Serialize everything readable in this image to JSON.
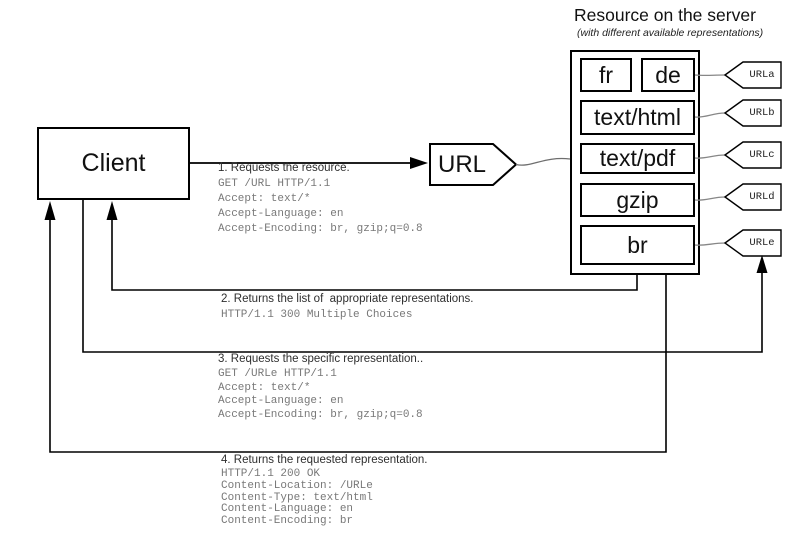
{
  "header": {
    "title": "Resource on the server",
    "subtitle": "(with different available representations)"
  },
  "client": {
    "label": "Client"
  },
  "url_node": {
    "label": "URL"
  },
  "server": {
    "representations": [
      {
        "label": "fr"
      },
      {
        "label": "de"
      },
      {
        "label": "text/html"
      },
      {
        "label": "text/pdf"
      },
      {
        "label": "gzip"
      },
      {
        "label": "br"
      }
    ],
    "url_tags": [
      "URLa",
      "URLb",
      "URLc",
      "URLd",
      "URLe"
    ]
  },
  "steps": [
    {
      "caption": "1. Requests the resource.",
      "code": [
        "GET /URL HTTP/1.1",
        "Accept: text/*",
        "Accept-Language: en",
        "Accept-Encoding: br, gzip;q=0.8"
      ]
    },
    {
      "caption": "2. Returns the list of  appropriate representations.",
      "code": [
        "HTTP/1.1 300 Multiple Choices"
      ]
    },
    {
      "caption": "3. Requests the specific representation..",
      "code": [
        "GET /URLe HTTP/1.1",
        "Accept: text/*",
        "Accept-Language: en",
        "Accept-Encoding: br, gzip;q=0.8"
      ]
    },
    {
      "caption": "4. Returns the requested representation.",
      "code": [
        "HTTP/1.1 200 OK",
        "Content-Location: /URLe",
        "Content-Type: text/html",
        "Content-Language: en",
        "Content-Encoding: br"
      ]
    }
  ],
  "colors": {
    "line": "#000000",
    "connector": "#808080",
    "caption_text": "#2e2e2e",
    "code_text": "#787878"
  }
}
